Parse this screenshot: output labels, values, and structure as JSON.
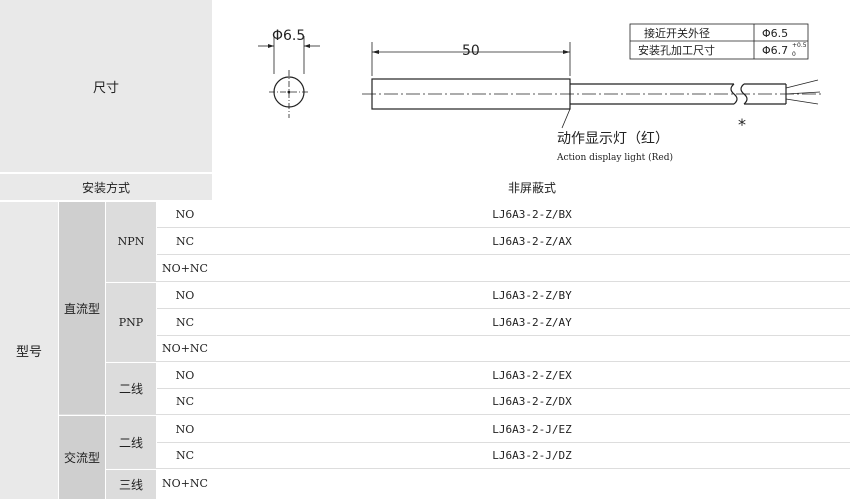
{
  "dimension_label": "尺寸",
  "mount_label": "安装方式",
  "mount_value": "非屏蔽式",
  "model_label": "型号",
  "dc_label": "直流型",
  "ac_label": "交流型",
  "npn_label": "NPN",
  "pnp_label": "PNP",
  "two_wire_dc_label": "二线",
  "two_wire_ac_label": "二线",
  "three_wire_label": "三线",
  "rows": [
    {
      "contact": "NO",
      "model": "LJ6A3-2-Z/BX"
    },
    {
      "contact": "NC",
      "model": "LJ6A3-2-Z/AX"
    },
    {
      "contact": "NO+NC",
      "model": ""
    },
    {
      "contact": "NO",
      "model": "LJ6A3-2-Z/BY"
    },
    {
      "contact": "NC",
      "model": "LJ6A3-2-Z/AY"
    },
    {
      "contact": "NO+NC",
      "model": ""
    },
    {
      "contact": "NO",
      "model": "LJ6A3-2-Z/EX"
    },
    {
      "contact": "NC",
      "model": "LJ6A3-2-Z/DX"
    },
    {
      "contact": "NO",
      "model": "LJ6A3-2-J/EZ"
    },
    {
      "contact": "NC",
      "model": "LJ6A3-2-J/DZ"
    },
    {
      "contact": "NO+NC",
      "model": ""
    }
  ],
  "drawing": {
    "diameter_label": "Φ6.5",
    "length_label": "50",
    "spec_row1_label": "接近开关外径",
    "spec_row1_value": "Φ6.5",
    "spec_row2_label": "安装孔加工尺寸",
    "spec_row2_value": "Φ6.7",
    "spec_row2_sub": "0",
    "spec_row2_sup": "+0.5",
    "indicator_cn": "动作显示灯（红）",
    "indicator_en": "Action display light (Red)",
    "asterisk": "*"
  }
}
